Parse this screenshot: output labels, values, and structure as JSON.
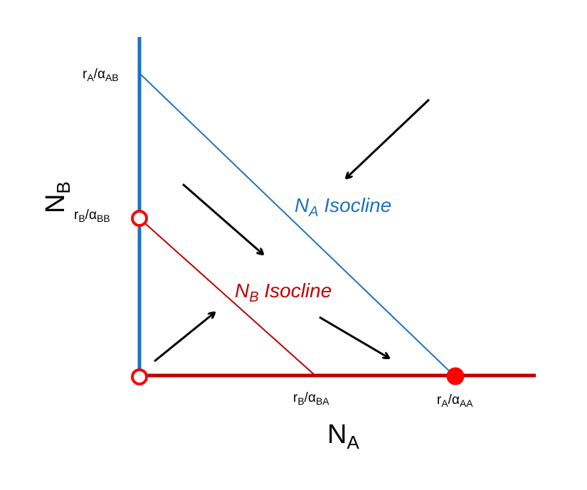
{
  "colors": {
    "blue": "#1f73c0",
    "red": "#c00000",
    "black": "#000000",
    "background": "#ffffff"
  },
  "axes": {
    "x_label_main": "N",
    "x_label_sub": "A",
    "y_label_main": "N",
    "y_label_sub": "B"
  },
  "isoclines": {
    "na_label_main": "N",
    "na_label_sub": "A",
    "na_label_rest": " Isocline",
    "nb_label_main": "N",
    "nb_label_sub": "B",
    "nb_label_rest": " Isocline"
  },
  "intercepts": {
    "ra_aab": {
      "r": "r",
      "r_sub": "A",
      "slash": "/",
      "alpha": "α",
      "alpha_sub": "AB"
    },
    "rb_abb": {
      "r": "r",
      "r_sub": "B",
      "slash": "/",
      "alpha": "α",
      "alpha_sub": "BB"
    },
    "rb_aba": {
      "r": "r",
      "r_sub": "B",
      "slash": "/",
      "alpha": "α",
      "alpha_sub": "BA"
    },
    "ra_aaa": {
      "r": "r",
      "r_sub": "A",
      "slash": "/",
      "alpha": "α",
      "alpha_sub": "AA"
    }
  },
  "equilibria": [
    {
      "name": "origin",
      "kind": "unstable"
    },
    {
      "name": "nb-only",
      "kind": "unstable"
    },
    {
      "name": "na-only",
      "kind": "stable"
    }
  ]
}
